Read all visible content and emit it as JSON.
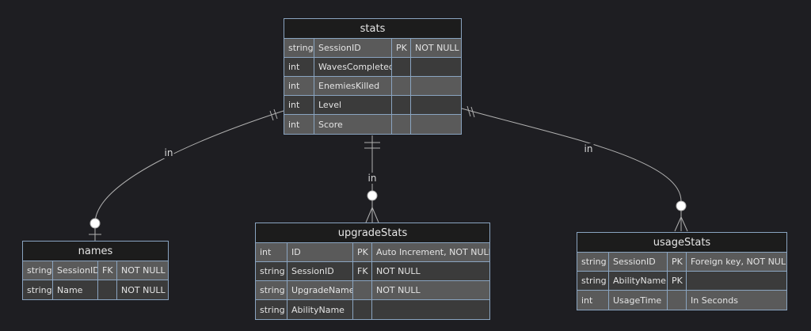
{
  "colors": {
    "background": "#1e1e22",
    "border": "#8aa4c0",
    "row_odd": "#5a5a5a",
    "row_even": "#3b3b3b",
    "title_bg": "#1c1c1c",
    "line": "#b0b0b0"
  },
  "entities": {
    "stats": {
      "title": "stats",
      "rows": [
        [
          "string",
          "SessionID",
          "PK",
          "NOT NULL"
        ],
        [
          "int",
          "WavesCompleted",
          "",
          ""
        ],
        [
          "int",
          "EnemiesKilled",
          "",
          ""
        ],
        [
          "int",
          "Level",
          "",
          ""
        ],
        [
          "int",
          "Score",
          "",
          ""
        ]
      ]
    },
    "names": {
      "title": "names",
      "rows": [
        [
          "string",
          "SessionID",
          "FK",
          "NOT NULL"
        ],
        [
          "string",
          "Name",
          "",
          "NOT NULL"
        ]
      ]
    },
    "upgradeStats": {
      "title": "upgradeStats",
      "rows": [
        [
          "int",
          "ID",
          "PK",
          "Auto Increment, NOT NULL"
        ],
        [
          "string",
          "SessionID",
          "FK",
          "NOT NULL"
        ],
        [
          "string",
          "UpgradeName",
          "",
          "NOT NULL"
        ],
        [
          "string",
          "AbilityName",
          "",
          ""
        ]
      ]
    },
    "usageStats": {
      "title": "usageStats",
      "rows": [
        [
          "string",
          "SessionID",
          "PK",
          "Foreign key, NOT NULL"
        ],
        [
          "string",
          "AbilityName",
          "PK",
          ""
        ],
        [
          "int",
          "UsageTime",
          "",
          "In Seconds"
        ]
      ]
    }
  },
  "relationships": [
    {
      "label": "in",
      "from": "stats",
      "to": "names",
      "from_cardinality": "exactly-one",
      "to_cardinality": "zero-or-one"
    },
    {
      "label": "in",
      "from": "stats",
      "to": "upgradeStats",
      "from_cardinality": "exactly-one",
      "to_cardinality": "zero-or-many"
    },
    {
      "label": "in",
      "from": "stats",
      "to": "usageStats",
      "from_cardinality": "exactly-one",
      "to_cardinality": "zero-or-many"
    }
  ]
}
